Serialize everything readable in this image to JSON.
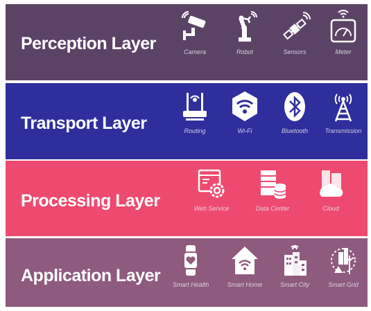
{
  "colors": {
    "perception": "#5b4366",
    "transport": "#2e2f9c",
    "processing": "#ee4a6f",
    "application": "#8e5a7e"
  },
  "layers": [
    {
      "title": "Perception Layer",
      "items": [
        {
          "label": "Camera",
          "icon": "security-camera-icon"
        },
        {
          "label": "Robot",
          "icon": "robot-arm-icon"
        },
        {
          "label": "Sensors",
          "icon": "satellite-sensor-icon"
        },
        {
          "label": "Meter",
          "icon": "gauge-meter-icon"
        }
      ]
    },
    {
      "title": "Transport Layer",
      "items": [
        {
          "label": "Routing",
          "icon": "router-icon"
        },
        {
          "label": "Wi-Fi",
          "icon": "wifi-icon"
        },
        {
          "label": "Bluetooth",
          "icon": "bluetooth-icon"
        },
        {
          "label": "Transmission",
          "icon": "antenna-tower-icon"
        }
      ]
    },
    {
      "title": "Processing Layer",
      "items": [
        {
          "label": "Web Service",
          "icon": "web-service-gear-icon"
        },
        {
          "label": "Data Center",
          "icon": "data-center-icon"
        },
        {
          "label": "Cloud",
          "icon": "cloud-building-icon"
        }
      ]
    },
    {
      "title": "Application Layer",
      "items": [
        {
          "label": "Smart Health",
          "icon": "smartwatch-heart-icon"
        },
        {
          "label": "Smart Home",
          "icon": "smart-home-icon"
        },
        {
          "label": "Smart City",
          "icon": "smart-city-icon"
        },
        {
          "label": "Smart Grid",
          "icon": "smart-grid-icon"
        }
      ]
    }
  ]
}
